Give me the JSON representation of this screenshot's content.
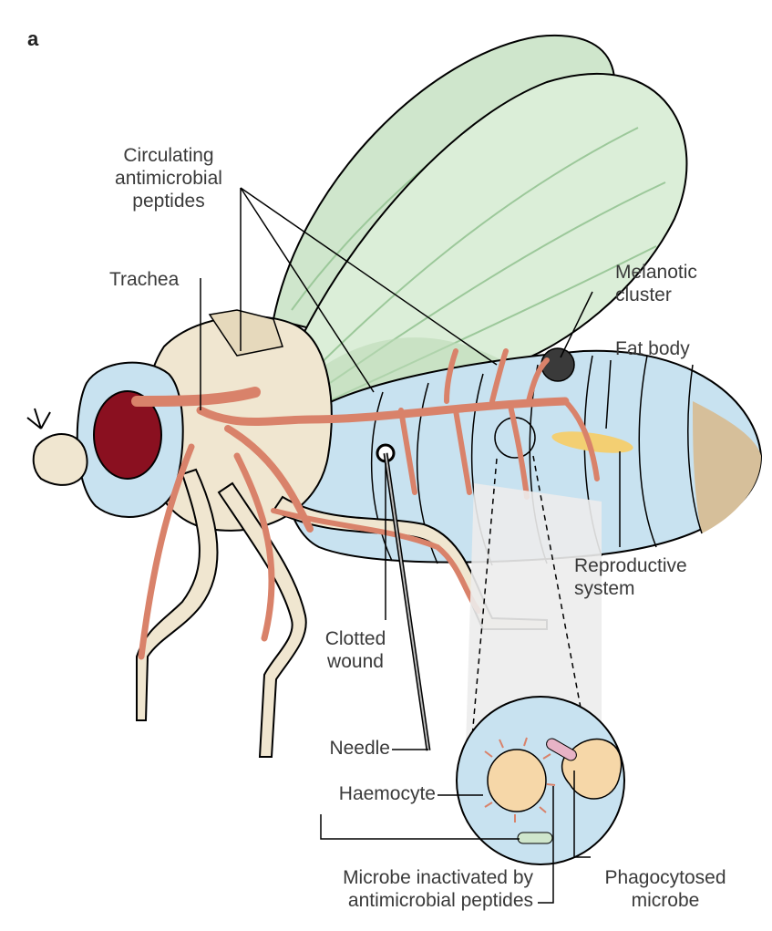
{
  "panel_label": "a",
  "labels": {
    "circulating_peptides": [
      "Circulating",
      "antimicrobial",
      "peptides"
    ],
    "trachea": "Trachea",
    "melanotic_cluster": [
      "Melanotic",
      "cluster"
    ],
    "fat_body": "Fat body",
    "reproductive_system": [
      "Reproductive",
      "system"
    ],
    "clotted_wound": [
      "Clotted",
      "wound"
    ],
    "needle": "Needle",
    "haemocyte": "Haemocyte",
    "microbe_inactivated": [
      "Microbe inactivated by",
      "antimicrobial peptides"
    ],
    "phagocytosed_microbe": [
      "Phagocytosed",
      "microbe"
    ]
  },
  "colors": {
    "haemolymph": "#c8e2f0",
    "body_cream": "#f0e6d0",
    "body_tan": "#d6bf9a",
    "trachea": "#d9826a",
    "wing": "#cfe6cc",
    "wing_dark": "#9cc89a",
    "eye": "#8a1020",
    "fat_body": "#f3cf72",
    "melanotic": "#3a3a3a",
    "outline": "#000000"
  }
}
